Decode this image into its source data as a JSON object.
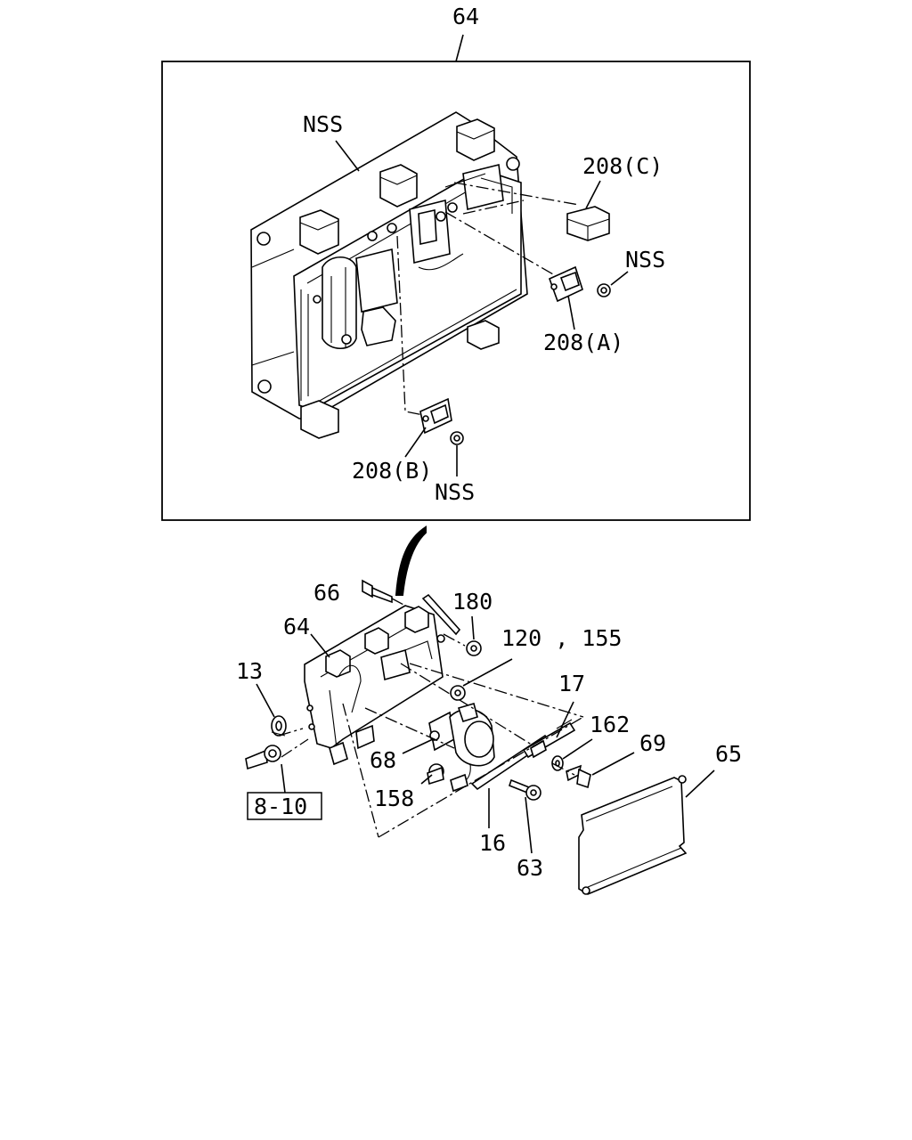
{
  "labels": {
    "top_64": "64",
    "nss_top": "NSS",
    "p208c": "208(C)",
    "nss_right": "NSS",
    "p208a": "208(A)",
    "p208b": "208(B)",
    "nss_bottom": "NSS",
    "p66": "66",
    "p180": "180",
    "p64": "64",
    "p120_155": "120 , 155",
    "p13": "13",
    "p17": "17",
    "p162": "162",
    "p69": "69",
    "p65": "65",
    "p68": "68",
    "p158": "158",
    "p8_10": "8-10",
    "p16": "16",
    "p63": "63"
  }
}
